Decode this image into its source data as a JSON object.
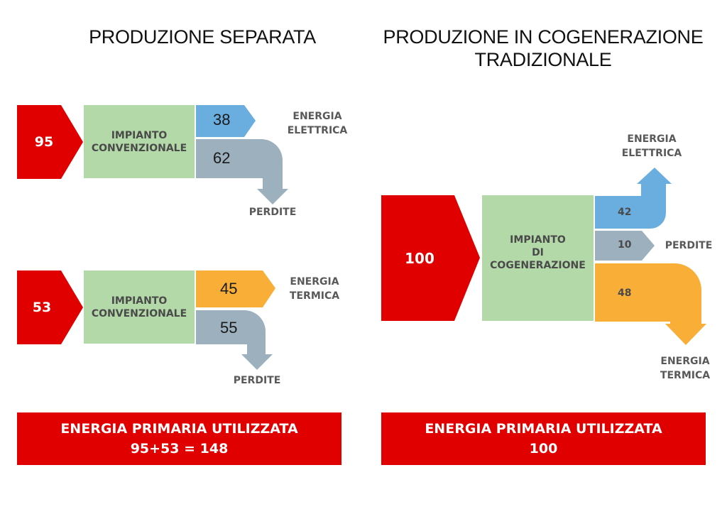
{
  "colors": {
    "input_red": "#e00000",
    "plant_green": "#b3d9a8",
    "electric_blue": "#6aaee0",
    "loss_gray": "#9cb0bd",
    "thermal_orange": "#f8ae37"
  },
  "left": {
    "title": "PRODUZIONE SEPARATA",
    "top": {
      "input": "95",
      "plant_line1": "IMPIANTO",
      "plant_line2": "CONVENZIONALE",
      "output_value": "38",
      "output_label_line1": "ENERGIA",
      "output_label_line2": "ELETTRICA",
      "loss_value": "62",
      "loss_label": "PERDITE"
    },
    "bottom": {
      "input": "53",
      "plant_line1": "IMPIANTO",
      "plant_line2": "CONVENZIONALE",
      "output_value": "45",
      "output_label_line1": "ENERGIA",
      "output_label_line2": "TERMICA",
      "loss_value": "55",
      "loss_label": "PERDITE"
    },
    "summary_line1": "ENERGIA PRIMARIA UTILIZZATA",
    "summary_line2": "95+53 = 148"
  },
  "right": {
    "title_line1": "PRODUZIONE IN COGENERAZIONE",
    "title_line2": "TRADIZIONALE",
    "input": "100",
    "plant_line1": "IMPIANTO",
    "plant_line2": "DI",
    "plant_line3": "COGENERAZIONE",
    "electric_value": "42",
    "electric_label_line1": "ENERGIA",
    "electric_label_line2": "ELETTRICA",
    "loss_value": "10",
    "loss_label": "PERDITE",
    "thermal_value": "48",
    "thermal_label_line1": "ENERGIA",
    "thermal_label_line2": "TERMICA",
    "summary_line1": "ENERGIA PRIMARIA UTILIZZATA",
    "summary_line2": "100"
  }
}
